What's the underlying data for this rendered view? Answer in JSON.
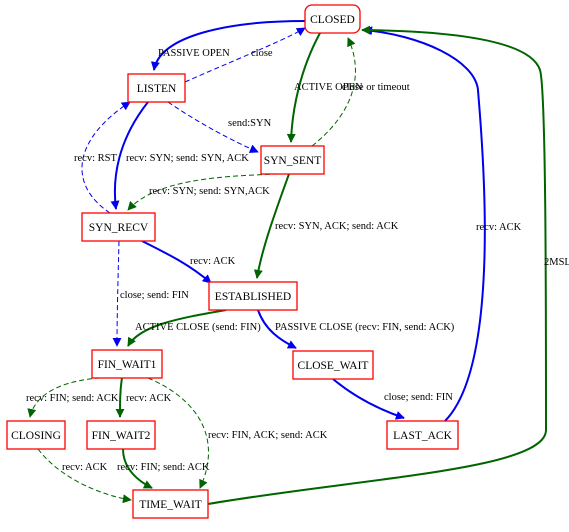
{
  "colors": {
    "node_border": "#ff0000",
    "edge_blue": "#0000ee",
    "edge_green": "#006400",
    "background": "#ffffff"
  },
  "nodes": [
    {
      "id": "closed",
      "label": "CLOSED",
      "rounded": true
    },
    {
      "id": "listen",
      "label": "LISTEN"
    },
    {
      "id": "syn_sent",
      "label": "SYN_SENT"
    },
    {
      "id": "syn_recv",
      "label": "SYN_RECV"
    },
    {
      "id": "established",
      "label": "ESTABLISHED"
    },
    {
      "id": "fin_wait1",
      "label": "FIN_WAIT1"
    },
    {
      "id": "close_wait",
      "label": "CLOSE_WAIT"
    },
    {
      "id": "closing",
      "label": "CLOSING"
    },
    {
      "id": "fin_wait2",
      "label": "FIN_WAIT2"
    },
    {
      "id": "last_ack",
      "label": "LAST_ACK"
    },
    {
      "id": "time_wait",
      "label": "TIME_WAIT"
    }
  ],
  "edges": [
    {
      "id": "closed-listen",
      "from": "closed",
      "to": "listen",
      "label": "PASSIVE OPEN",
      "color": "blue",
      "style": "solid"
    },
    {
      "id": "listen-closed",
      "from": "listen",
      "to": "closed",
      "label": "close",
      "color": "blue",
      "style": "dashed"
    },
    {
      "id": "closed-syn_sent",
      "from": "closed",
      "to": "syn_sent",
      "label": "ACTIVE OPEN",
      "color": "green",
      "style": "solid"
    },
    {
      "id": "syn_sent-closed",
      "from": "syn_sent",
      "to": "closed",
      "label": "close or timeout",
      "color": "green",
      "style": "dashed"
    },
    {
      "id": "listen-syn_sent",
      "from": "listen",
      "to": "syn_sent",
      "label": "send:SYN",
      "color": "blue",
      "style": "dashed"
    },
    {
      "id": "syn_recv-listen",
      "from": "syn_recv",
      "to": "listen",
      "label": "recv: RST",
      "color": "blue",
      "style": "dashed"
    },
    {
      "id": "listen-syn_recv",
      "from": "listen",
      "to": "syn_recv",
      "label": "recv: SYN; send: SYN, ACK",
      "color": "blue",
      "style": "solid"
    },
    {
      "id": "syn_sent-syn_recv",
      "from": "syn_sent",
      "to": "syn_recv",
      "label": "recv: SYN; send: SYN,ACK",
      "color": "green",
      "style": "dashed"
    },
    {
      "id": "syn_sent-established",
      "from": "syn_sent",
      "to": "established",
      "label": "recv: SYN, ACK; send: ACK",
      "color": "green",
      "style": "solid"
    },
    {
      "id": "syn_recv-established",
      "from": "syn_recv",
      "to": "established",
      "label": "recv: ACK",
      "color": "blue",
      "style": "solid"
    },
    {
      "id": "syn_recv-fin_wait1",
      "from": "syn_recv",
      "to": "fin_wait1",
      "label": "close; send: FIN",
      "color": "blue",
      "style": "dashed"
    },
    {
      "id": "established-fin_wait1",
      "from": "established",
      "to": "fin_wait1",
      "label": "ACTIVE CLOSE (send: FIN)",
      "color": "green",
      "style": "solid"
    },
    {
      "id": "established-close_wait",
      "from": "established",
      "to": "close_wait",
      "label": "PASSIVE CLOSE (recv: FIN, send: ACK)",
      "color": "blue",
      "style": "solid"
    },
    {
      "id": "close_wait-last_ack",
      "from": "close_wait",
      "to": "last_ack",
      "label": "close; send: FIN",
      "color": "blue",
      "style": "solid"
    },
    {
      "id": "last_ack-closed",
      "from": "last_ack",
      "to": "closed",
      "label": "recv: ACK",
      "color": "blue",
      "style": "solid"
    },
    {
      "id": "time_wait-closed",
      "from": "time_wait",
      "to": "closed",
      "label": "2MSL",
      "color": "green",
      "style": "solid"
    },
    {
      "id": "fin_wait1-closing",
      "from": "fin_wait1",
      "to": "closing",
      "label": "recv: FIN; send: ACK",
      "color": "green",
      "style": "dashed"
    },
    {
      "id": "fin_wait1-fin_wait2",
      "from": "fin_wait1",
      "to": "fin_wait2",
      "label": "recv: ACK",
      "color": "green",
      "style": "solid"
    },
    {
      "id": "fin_wait1-time_wait",
      "from": "fin_wait1",
      "to": "time_wait",
      "label": "recv: FIN, ACK; send: ACK",
      "color": "green",
      "style": "dashed"
    },
    {
      "id": "closing-time_wait",
      "from": "closing",
      "to": "time_wait",
      "label": "recv: ACK",
      "color": "green",
      "style": "dashed"
    },
    {
      "id": "fin_wait2-time_wait",
      "from": "fin_wait2",
      "to": "time_wait",
      "label": "recv: FIN; send: ACK",
      "color": "green",
      "style": "solid"
    }
  ]
}
